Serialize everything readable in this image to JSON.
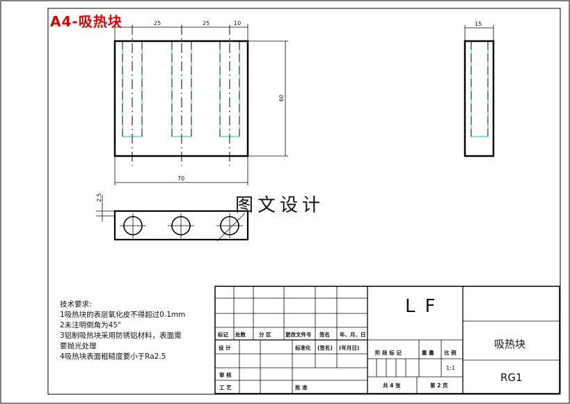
{
  "sheet_title": "A4-吸热块",
  "watermark": "图文设计",
  "dimensions": {
    "top_spacing_1": "25",
    "top_spacing_2": "25",
    "top_spacing_3": "10",
    "side_width": "15",
    "height": "60",
    "width": "70",
    "hole_offset": "2.5"
  },
  "tech_requirements": {
    "heading": "技术要求:",
    "items": [
      "1吸热块的表层氧化皮不得超过0.1mm",
      "2未注明倒角为45°",
      "3铝制吸热块采用防锈铝材料，表面需",
      "要抛光处理",
      "4吸热块表面粗糙度要小于Ra2.5"
    ]
  },
  "title_block": {
    "company": "LF",
    "part_name": "吸热块",
    "drawing_no": "RG1",
    "scale": "1:1",
    "sheets_total": "共 4  张",
    "sheet_no": "第 2 页",
    "labels": {
      "mark": "标记",
      "count": "处数",
      "zone": "分 区",
      "change_doc": "更改文件号",
      "sign": "签名",
      "date": "年、月、日",
      "design": "设 计",
      "standardize": "标准化",
      "sign_paren": "(签名)",
      "date_paren": "(年月日)",
      "stage_mark": "阶 段 标 记",
      "weight": "重 量",
      "scale_label": "比 例",
      "review": "审 核",
      "process": "工 艺",
      "approve": "批 准"
    }
  }
}
